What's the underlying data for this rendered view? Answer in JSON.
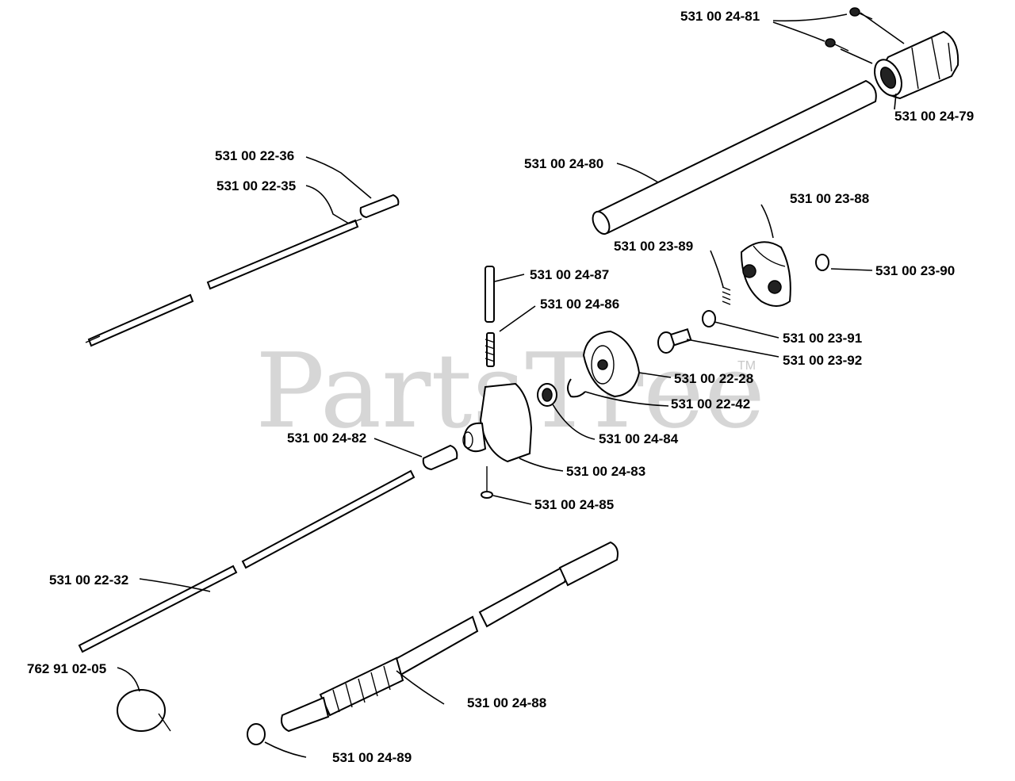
{
  "watermark": {
    "text": "PartsTree",
    "tm": "TM"
  },
  "parts": [
    {
      "id": "p81",
      "label": "531 00 24-81"
    },
    {
      "id": "p79",
      "label": "531 00 24-79"
    },
    {
      "id": "p80",
      "label": "531 00 24-80"
    },
    {
      "id": "p36",
      "label": "531 00 22-36"
    },
    {
      "id": "p35",
      "label": "531 00 22-35"
    },
    {
      "id": "p88a",
      "label": "531 00 23-88"
    },
    {
      "id": "p89a",
      "label": "531 00 23-89"
    },
    {
      "id": "p90",
      "label": "531 00 23-90"
    },
    {
      "id": "p87",
      "label": "531 00 24-87"
    },
    {
      "id": "p86",
      "label": "531 00 24-86"
    },
    {
      "id": "p91",
      "label": "531 00 23-91"
    },
    {
      "id": "p92",
      "label": "531 00 23-92"
    },
    {
      "id": "p28",
      "label": "531 00 22-28"
    },
    {
      "id": "p42",
      "label": "531 00 22-42"
    },
    {
      "id": "p84",
      "label": "531 00 24-84"
    },
    {
      "id": "p82",
      "label": "531 00 24-82"
    },
    {
      "id": "p83",
      "label": "531 00 24-83"
    },
    {
      "id": "p85",
      "label": "531 00 24-85"
    },
    {
      "id": "p32",
      "label": "531 00 22-32"
    },
    {
      "id": "p05",
      "label": "762 91 02-05"
    },
    {
      "id": "p88b",
      "label": "531 00 24-88"
    },
    {
      "id": "p89b",
      "label": "531 00 24-89"
    }
  ]
}
